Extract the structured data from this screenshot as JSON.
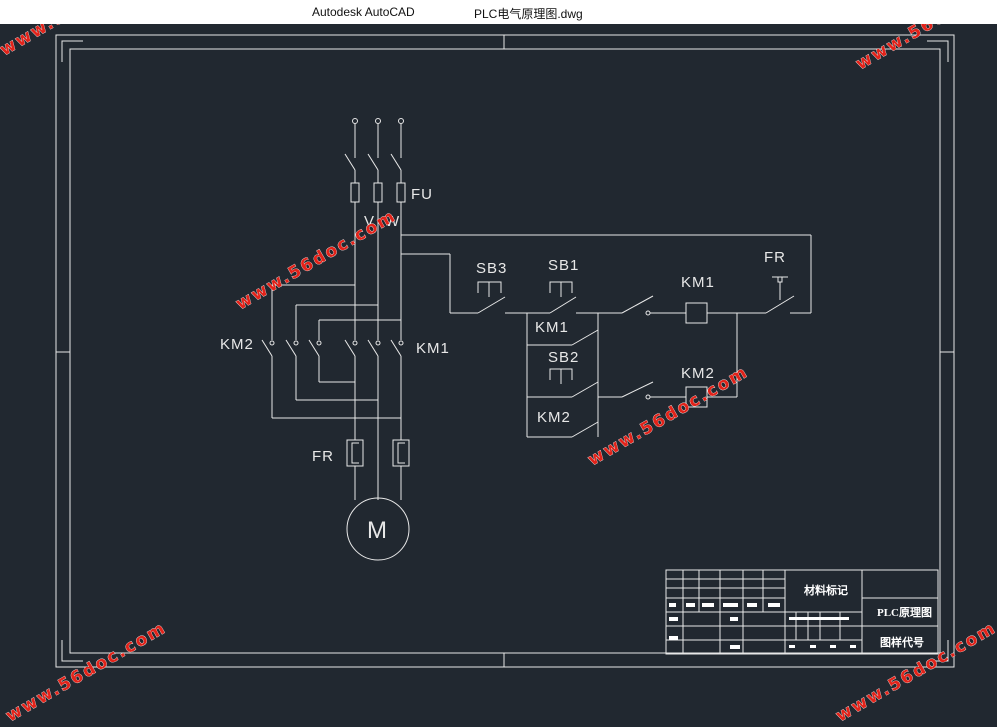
{
  "window": {
    "app_title": "Autodesk AutoCAD",
    "file_name": "PLC电气原理图.dwg"
  },
  "drawing": {
    "labels": {
      "fu": "FU",
      "v": "V",
      "w": "W",
      "km2_main": "KM2",
      "km1_main": "KM1",
      "fr_main": "FR",
      "motor": "M",
      "sb3": "SB3",
      "sb1": "SB1",
      "km1_coil": "KM1",
      "fr_ctrl": "FR",
      "km1_aux": "KM1",
      "sb2": "SB2",
      "km2_coil": "KM2",
      "km2_aux": "KM2"
    },
    "title_block": {
      "material_mark": "材料标记",
      "drawing_name": "PLC原理图",
      "drawing_code": "图样代号"
    }
  },
  "watermark": {
    "text": "www.56doc.com",
    "color": "#e2231a"
  },
  "colors": {
    "background": "#212830",
    "lines": "#e8e8e8"
  }
}
